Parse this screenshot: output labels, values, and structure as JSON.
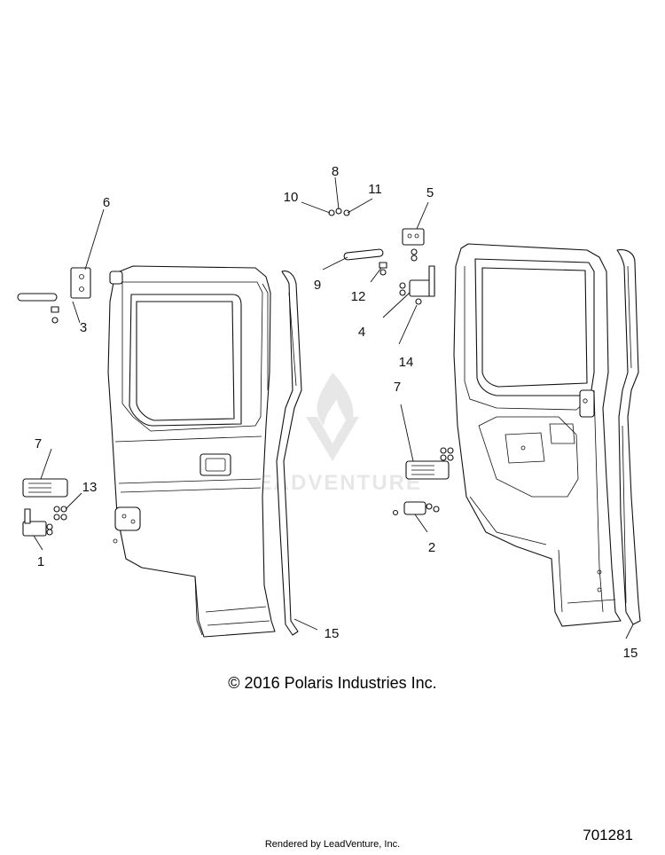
{
  "diagram": {
    "copyright": "© 2016 Polaris Industries Inc.",
    "diagram_number": "701281",
    "rendered_by": "Rendered by LeadVenture, Inc.",
    "watermark": "LEADVENTURE",
    "callouts": [
      {
        "id": "c1",
        "label": "1"
      },
      {
        "id": "c2",
        "label": "2"
      },
      {
        "id": "c3",
        "label": "3"
      },
      {
        "id": "c4",
        "label": "4"
      },
      {
        "id": "c5",
        "label": "5"
      },
      {
        "id": "c6",
        "label": "6"
      },
      {
        "id": "c7a",
        "label": "7"
      },
      {
        "id": "c7b",
        "label": "7"
      },
      {
        "id": "c8",
        "label": "8"
      },
      {
        "id": "c9",
        "label": "9"
      },
      {
        "id": "c10",
        "label": "10"
      },
      {
        "id": "c11",
        "label": "11"
      },
      {
        "id": "c12",
        "label": "12"
      },
      {
        "id": "c13",
        "label": "13"
      },
      {
        "id": "c14",
        "label": "14"
      },
      {
        "id": "c15a",
        "label": "15"
      },
      {
        "id": "c15b",
        "label": "15"
      }
    ],
    "colors": {
      "line": "#111111",
      "watermark": "#d8d8d8",
      "background": "#ffffff"
    }
  }
}
